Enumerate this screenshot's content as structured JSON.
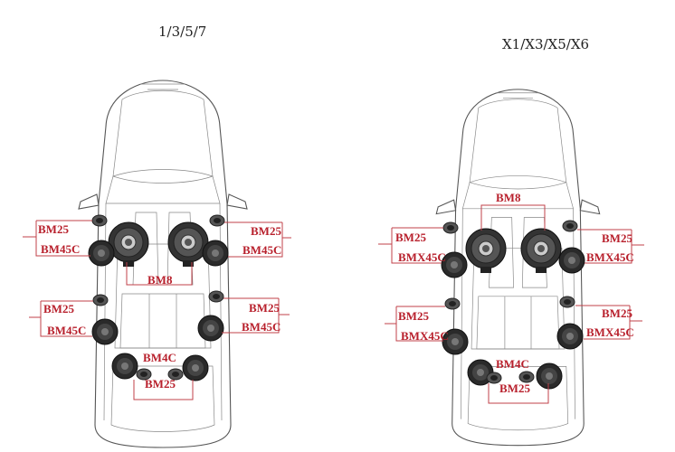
{
  "diagrams": [
    {
      "title": "1/3/5/7",
      "labels": {
        "front_left_tweeter": "BM25",
        "front_left_mid": "BM45C",
        "front_right_tweeter": "BM25",
        "front_right_mid": "BM45C",
        "subwoofer": "BM8",
        "rear_left_tweeter": "BM25",
        "rear_left_mid": "BM45C",
        "rear_right_tweeter": "BM25",
        "rear_right_mid": "BM45C",
        "rear_center": "BM4C",
        "rear_tweeters": "BM25"
      }
    },
    {
      "title": "X1/X3/X5/X6",
      "labels": {
        "front_left_tweeter": "BM25",
        "front_left_mid": "BMX45C",
        "front_right_tweeter": "BM25",
        "front_right_mid": "BMX45C",
        "subwoofer": "BM8",
        "rear_left_tweeter": "BM25",
        "rear_left_mid": "BMX45C",
        "rear_right_tweeter": "BM25",
        "rear_right_mid": "BMX45C",
        "rear_center": "BM4C",
        "rear_tweeters": "BM25"
      }
    }
  ],
  "colors": {
    "label": "#b8202c",
    "bracket": "#c0404a"
  }
}
